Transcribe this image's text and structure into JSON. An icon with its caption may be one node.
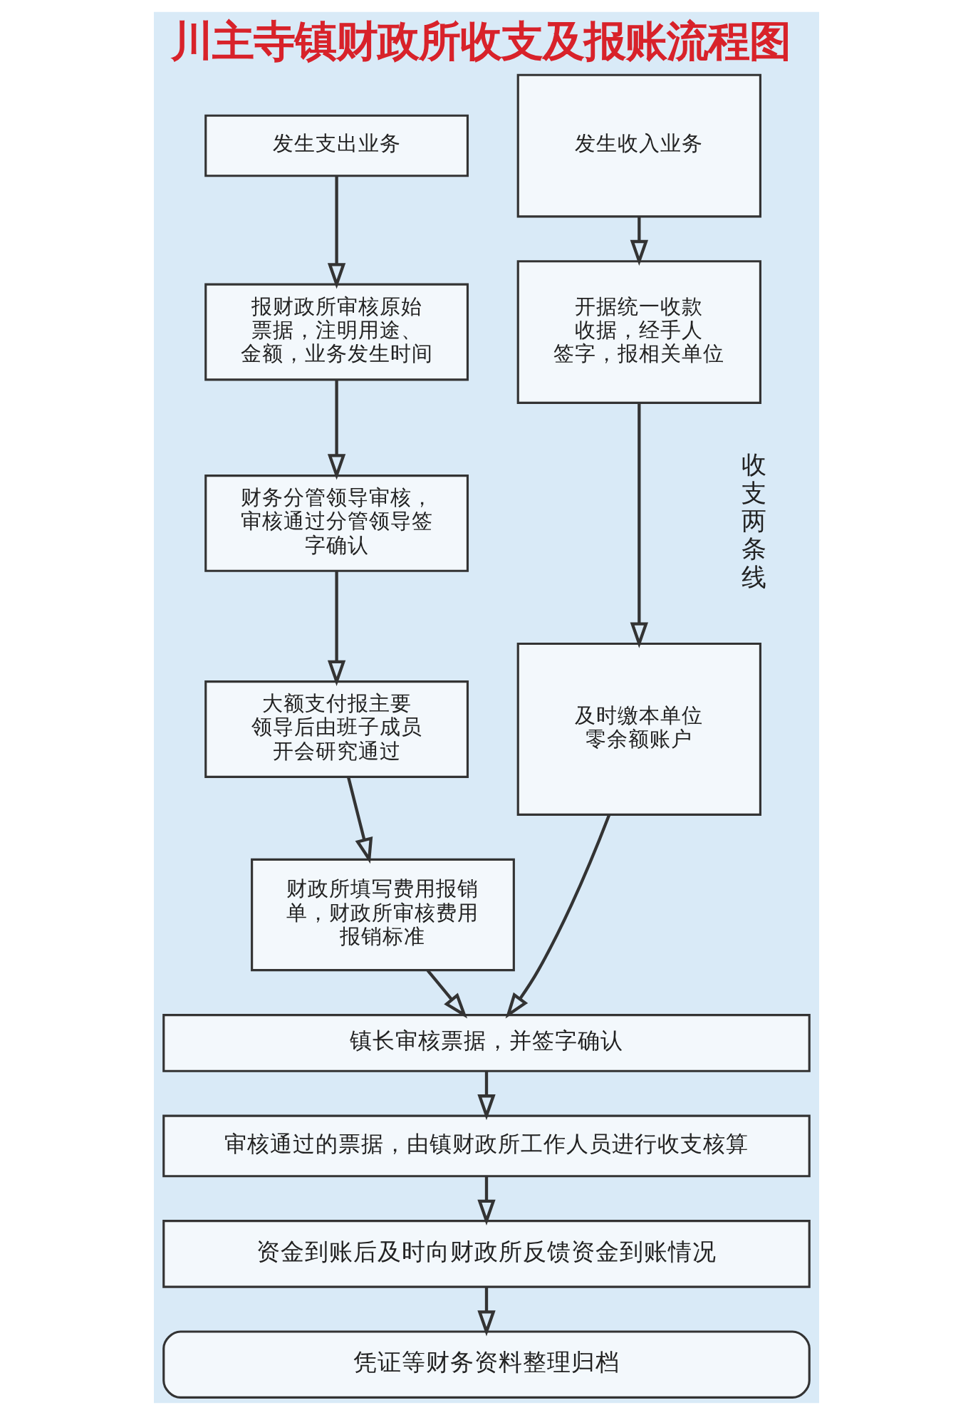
{
  "diagram": {
    "title": "川主寺镇财政所收支及报账流程图",
    "nodes": [
      {
        "text": [
          "发生支出业务"
        ]
      },
      {
        "text": [
          "报财政所审核原始票据，注明用途、金额，业务发生时间"
        ]
      },
      {
        "text": [
          "财务分管领导审核，审核通过分管领导签字确认"
        ]
      },
      {
        "text": [
          "大额支付报主要领导后由班子成员开会研究通过"
        ]
      },
      {
        "text": [
          "财政所填写费用报销单，财政所审核费用报销标准"
        ]
      },
      {
        "text": [
          "发生收入业务"
        ]
      },
      {
        "text": [
          "开据统一收款收据，经手人签字，报相关单位"
        ]
      },
      {
        "text": [
          "及时缴本单位零余额账户"
        ]
      },
      {
        "text": [
          "镇长审核票据，并签字确认"
        ]
      },
      {
        "text": [
          "审核通过的票据，由镇财政所工作人员进行收支核算"
        ]
      },
      {
        "text": [
          "资金到账后及时向财政所反馈资金到账情况"
        ]
      },
      {
        "text": [
          "凭证等财务资料整理归档"
        ]
      }
    ],
    "edges": [
      {
        "from": 0,
        "to": 1,
        "arrow": "to"
      },
      {
        "from": 1,
        "to": 2,
        "arrow": "to"
      },
      {
        "from": 2,
        "to": 3,
        "arrow": "to"
      },
      {
        "from": 3,
        "to": 4,
        "arrow": "to"
      },
      {
        "from": 4,
        "to": 8,
        "arrow": "to"
      },
      {
        "from": 5,
        "to": 6,
        "arrow": "to"
      },
      {
        "from": 6,
        "to": 7,
        "arrow": "to"
      },
      {
        "from": 7,
        "to": 8,
        "arrow": "to"
      },
      {
        "from": 8,
        "to": 9,
        "arrow": "to"
      },
      {
        "from": 9,
        "to": 10,
        "arrow": "to"
      },
      {
        "from": 10,
        "to": 11,
        "arrow": "to"
      }
    ],
    "labels": [
      "收支两条线"
    ]
  }
}
